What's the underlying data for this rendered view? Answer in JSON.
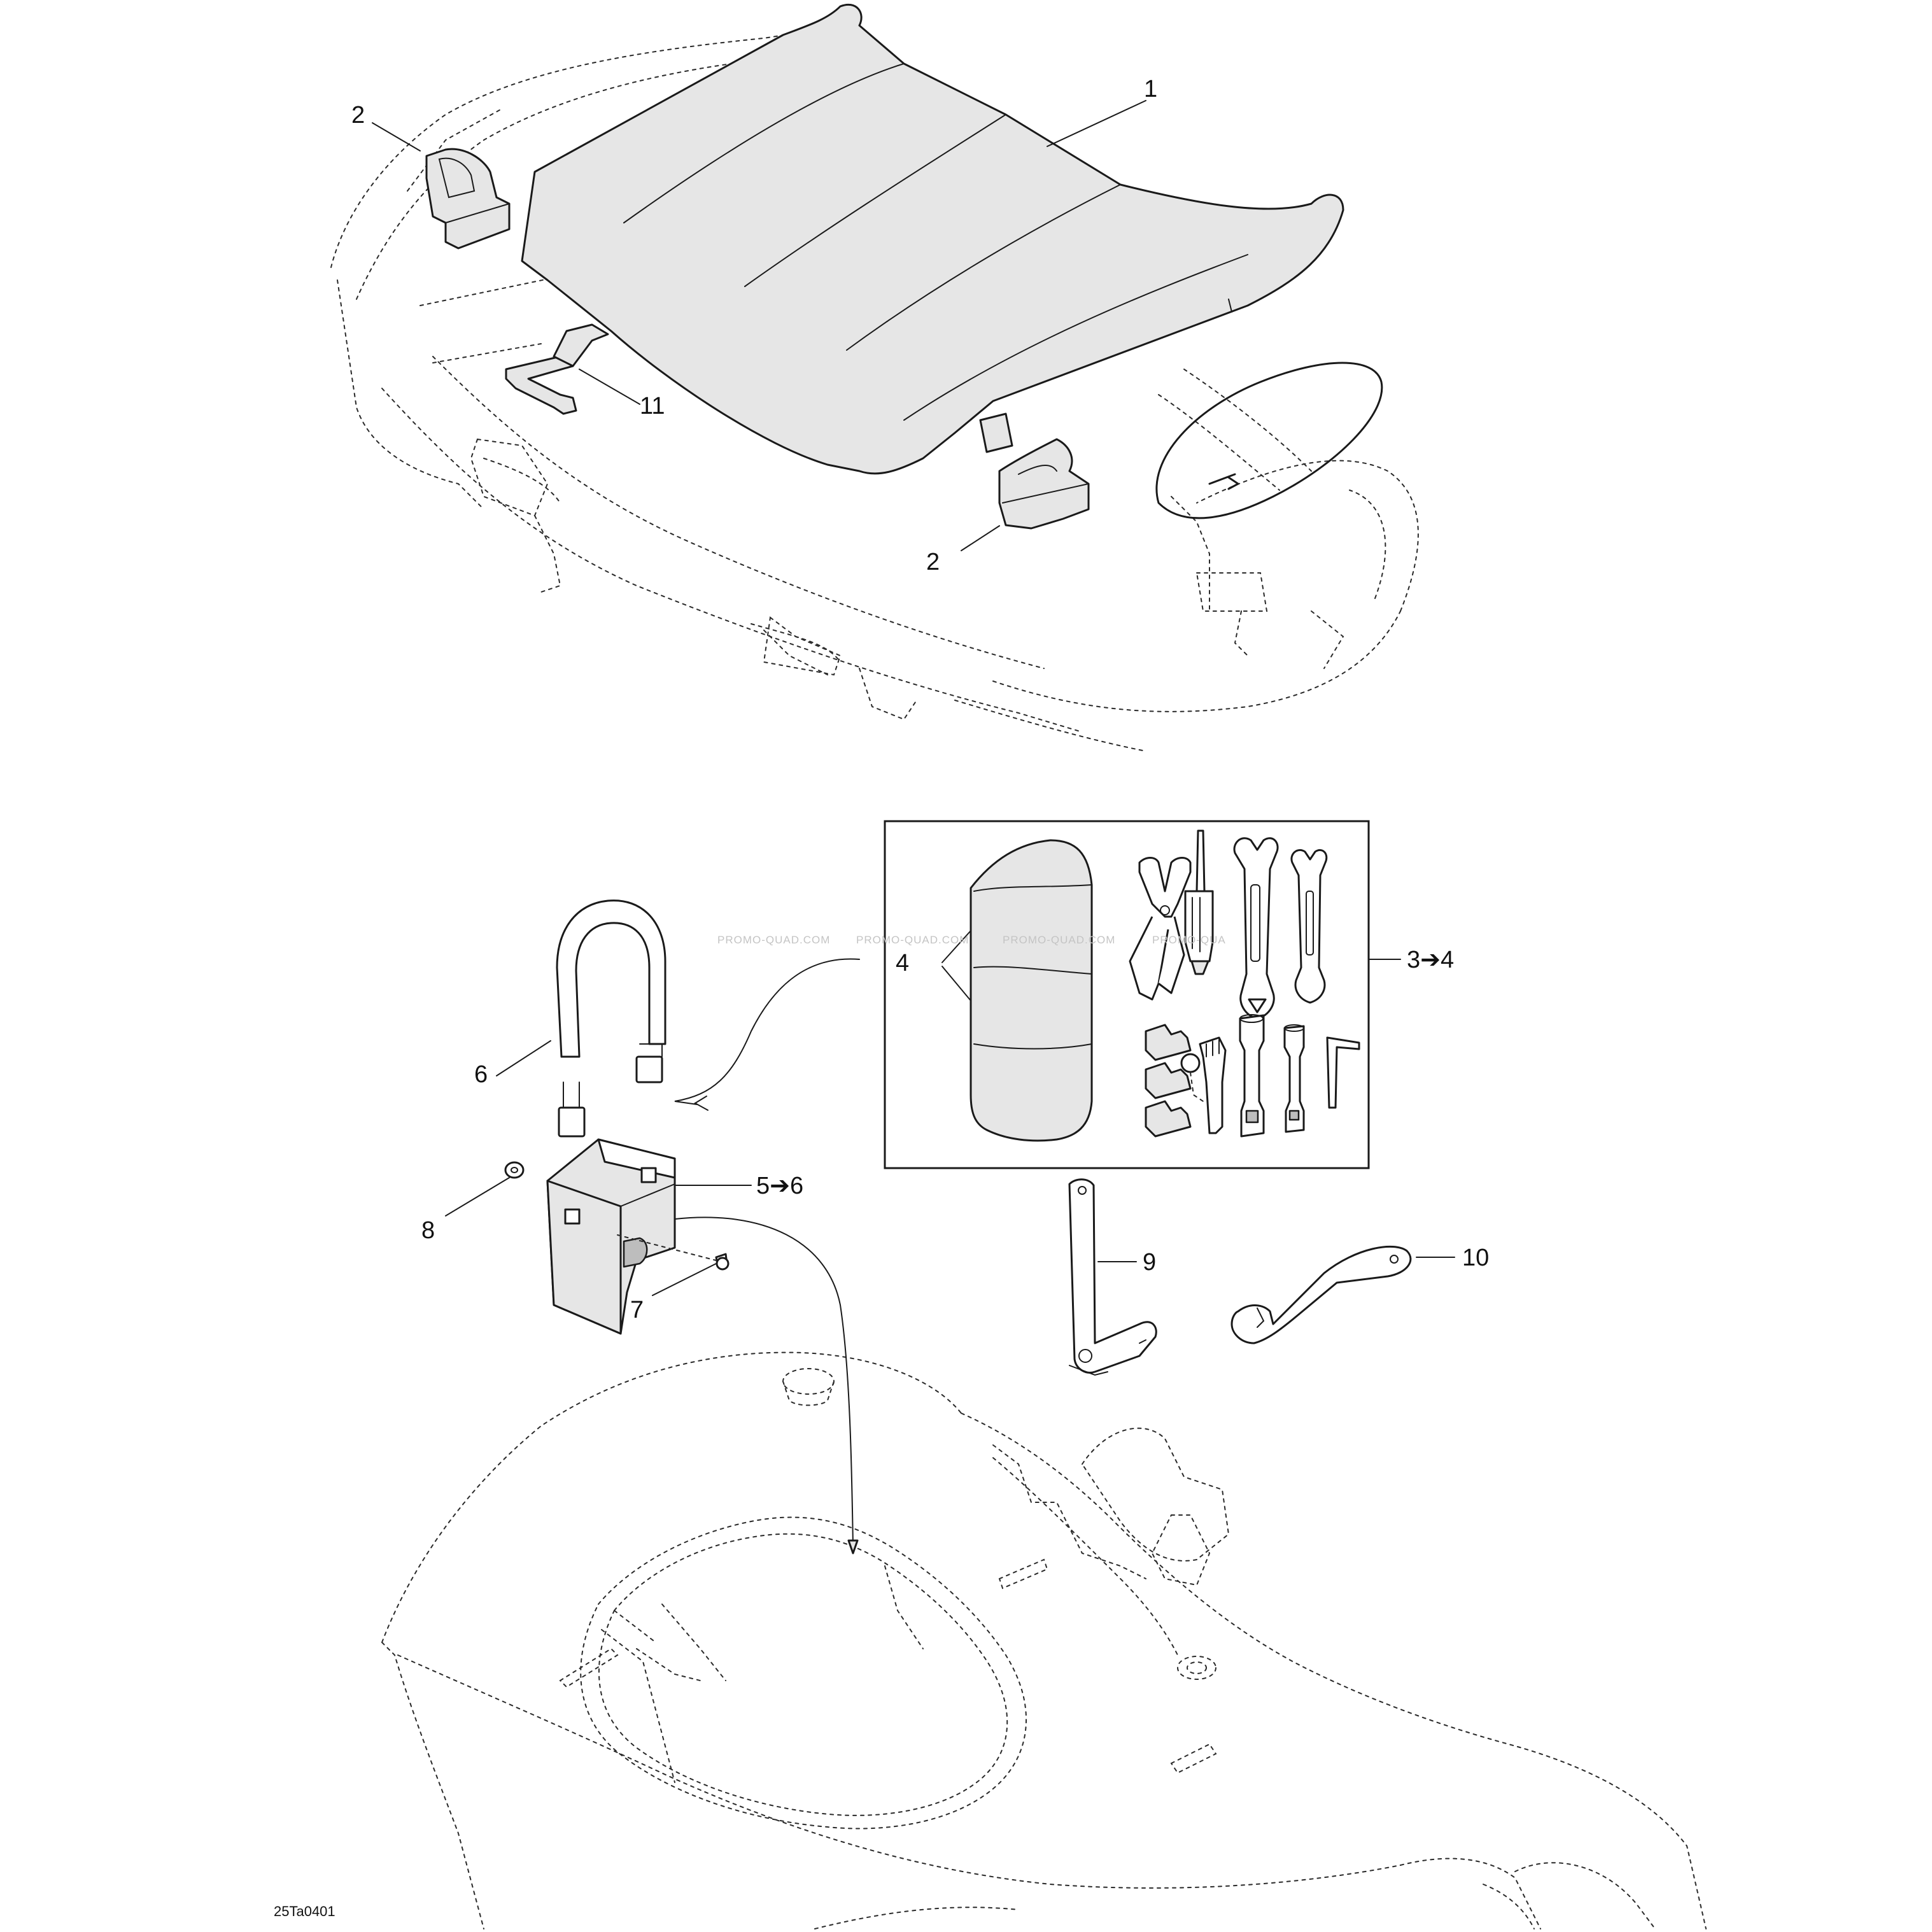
{
  "callouts": {
    "c1": "1",
    "c2a": "2",
    "c2b": "2",
    "c11": "11",
    "c4": "4",
    "c34": "3➔4",
    "c6": "6",
    "c56": "5➔6",
    "c8": "8",
    "c7": "7",
    "c9": "9",
    "c10": "10"
  },
  "watermarks": [
    "PROMO-QUAD.COM",
    "PROMO-QUAD.COM",
    "PROMO-QUAD.COM",
    "PROMO-QUA"
  ],
  "drawing_code": "25Ta0401",
  "colors": {
    "line": "#1a1a1a",
    "part_fill": "#e6e6e6",
    "dark_fill": "#bdbdbd",
    "watermark": "#c4c4c4"
  }
}
